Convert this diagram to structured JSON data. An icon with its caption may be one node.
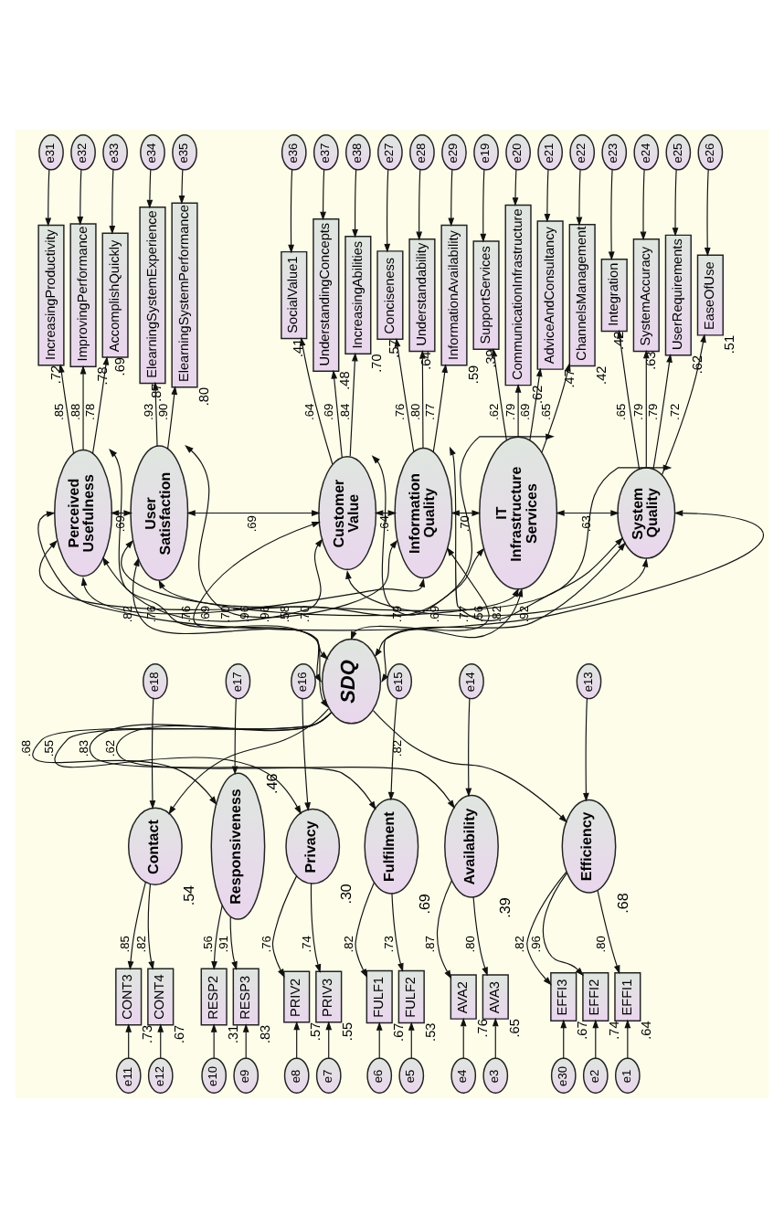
{
  "diagram": {
    "nodes": [
      {
        "text": [
          "e31"
        ]
      },
      {
        "text": [
          "e32"
        ]
      },
      {
        "text": [
          "e33"
        ]
      },
      {
        "text": [
          "e34"
        ]
      },
      {
        "text": [
          "e35"
        ]
      },
      {
        "text": [
          "e36"
        ]
      },
      {
        "text": [
          "e37"
        ]
      },
      {
        "text": [
          "e38"
        ]
      },
      {
        "text": [
          "e27"
        ]
      },
      {
        "text": [
          "e28"
        ]
      },
      {
        "text": [
          "e29"
        ]
      },
      {
        "text": [
          "e19"
        ]
      },
      {
        "text": [
          "e20"
        ]
      },
      {
        "text": [
          "e21"
        ]
      },
      {
        "text": [
          "e22"
        ]
      },
      {
        "text": [
          "e23"
        ]
      },
      {
        "text": [
          "e24"
        ]
      },
      {
        "text": [
          "e25"
        ]
      },
      {
        "text": [
          "e26"
        ]
      },
      {
        "text": [
          "IncreasingProductivity"
        ],
        "beside": [
          ".72"
        ]
      },
      {
        "text": [
          "ImprovingPerformance"
        ],
        "beside": [
          ".78"
        ]
      },
      {
        "text": [
          "AccomplishQuickly"
        ],
        "beside": [
          ".69"
        ]
      },
      {
        "text": [
          "ElearningSystemExperience"
        ],
        "beside": [
          ".87"
        ]
      },
      {
        "text": [
          "ElearningSystemPerformance"
        ],
        "beside": [
          ".80"
        ]
      },
      {
        "text": [
          "SocialValue1"
        ],
        "beside": [
          ".41"
        ]
      },
      {
        "text": [
          "UnderstandingConcepts"
        ],
        "beside": [
          ".48"
        ]
      },
      {
        "text": [
          "IncreasingAbilities"
        ],
        "beside": [
          ".70"
        ]
      },
      {
        "text": [
          "Conciseness"
        ],
        "beside": [
          ".57"
        ]
      },
      {
        "text": [
          "Understandability"
        ],
        "beside": [
          ".64"
        ]
      },
      {
        "text": [
          "InformationAvailability"
        ],
        "beside": [
          ".59"
        ]
      },
      {
        "text": [
          "SupportServices"
        ],
        "beside": [
          ".39"
        ]
      },
      {
        "text": [
          "CommunicationInfrastructure"
        ],
        "beside": [
          ".62"
        ]
      },
      {
        "text": [
          "AdviceAndConsultancy"
        ],
        "beside": [
          ".47"
        ]
      },
      {
        "text": [
          "ChannelsManagement"
        ],
        "beside": [
          ".42"
        ]
      },
      {
        "text": [
          "Integration"
        ],
        "beside": [
          ".42"
        ]
      },
      {
        "text": [
          "SystemAccuracy"
        ],
        "beside": [
          ".63"
        ]
      },
      {
        "text": [
          "UserRequirements"
        ],
        "beside": [
          ".62"
        ]
      },
      {
        "text": [
          "EaseOfUse"
        ],
        "beside": [
          ".51"
        ]
      },
      {
        "text": [
          "Perceived Usefulness"
        ]
      },
      {
        "text": [
          "User Satisfaction"
        ]
      },
      {
        "text": [
          "Customer Value"
        ]
      },
      {
        "text": [
          "Information Quality"
        ]
      },
      {
        "text": [
          "IT Infrastructure Services"
        ]
      },
      {
        "text": [
          "System Quality"
        ]
      },
      {
        "text": [
          "SDQ"
        ]
      },
      {
        "text": [
          "e18"
        ]
      },
      {
        "text": [
          "e17"
        ]
      },
      {
        "text": [
          "e16"
        ]
      },
      {
        "text": [
          "e15"
        ]
      },
      {
        "text": [
          "e14"
        ]
      },
      {
        "text": [
          "e13"
        ]
      },
      {
        "text": [
          "Contact"
        ],
        "beside": [
          ".54"
        ]
      },
      {
        "text": [
          "Responsiveness"
        ],
        "beside": [
          ".46"
        ]
      },
      {
        "text": [
          "Privacy"
        ],
        "beside": [
          ".30"
        ]
      },
      {
        "text": [
          "Fulfilment"
        ],
        "beside": [
          ".69"
        ]
      },
      {
        "text": [
          "Availability"
        ],
        "beside": [
          ".39"
        ]
      },
      {
        "text": [
          "Efficiency"
        ],
        "beside": [
          ".68"
        ]
      },
      {
        "text": [
          "CONT3"
        ],
        "beside": [
          ".73"
        ]
      },
      {
        "text": [
          "CONT4"
        ],
        "beside": [
          ".67"
        ]
      },
      {
        "text": [
          "RESP2"
        ],
        "beside": [
          ".31"
        ]
      },
      {
        "text": [
          "RESP3"
        ],
        "beside": [
          ".83"
        ]
      },
      {
        "text": [
          "PRIV2"
        ],
        "beside": [
          ".57"
        ]
      },
      {
        "text": [
          "PRIV3"
        ],
        "beside": [
          ".55"
        ]
      },
      {
        "text": [
          "FULF1"
        ],
        "beside": [
          ".67"
        ]
      },
      {
        "text": [
          "FULF2"
        ],
        "beside": [
          ".53"
        ]
      },
      {
        "text": [
          "AVA2"
        ],
        "beside": [
          ".76"
        ]
      },
      {
        "text": [
          "AVA3"
        ],
        "beside": [
          ".65"
        ]
      },
      {
        "text": [
          "EFFI3"
        ],
        "beside": [
          ".67"
        ]
      },
      {
        "text": [
          "EFFI2"
        ],
        "beside": [
          ".74"
        ]
      },
      {
        "text": [
          "EFFI1"
        ],
        "beside": [
          ".64"
        ]
      },
      {
        "text": [
          "e11"
        ]
      },
      {
        "text": [
          "e12"
        ]
      },
      {
        "text": [
          "e10"
        ]
      },
      {
        "text": [
          "e9"
        ]
      },
      {
        "text": [
          "e8"
        ]
      },
      {
        "text": [
          "e7"
        ]
      },
      {
        "text": [
          "e6"
        ]
      },
      {
        "text": [
          "e5"
        ]
      },
      {
        "text": [
          "e4"
        ]
      },
      {
        "text": [
          "e3"
        ]
      },
      {
        "text": [
          "e30"
        ]
      },
      {
        "text": [
          "e2"
        ]
      },
      {
        "text": [
          "e1"
        ]
      }
    ],
    "edges": [
      {
        "from": 0,
        "to": 19,
        "arrow": "to"
      },
      {
        "from": 1,
        "to": 20,
        "arrow": "to"
      },
      {
        "from": 2,
        "to": 21,
        "arrow": "to"
      },
      {
        "from": 3,
        "to": 22,
        "arrow": "to"
      },
      {
        "from": 4,
        "to": 23,
        "arrow": "to"
      },
      {
        "from": 5,
        "to": 24,
        "arrow": "to"
      },
      {
        "from": 6,
        "to": 25,
        "arrow": "to"
      },
      {
        "from": 7,
        "to": 26,
        "arrow": "to"
      },
      {
        "from": 8,
        "to": 27,
        "arrow": "to"
      },
      {
        "from": 9,
        "to": 28,
        "arrow": "to"
      },
      {
        "from": 10,
        "to": 29,
        "arrow": "to"
      },
      {
        "from": 11,
        "to": 30,
        "arrow": "to"
      },
      {
        "from": 12,
        "to": 31,
        "arrow": "to"
      },
      {
        "from": 13,
        "to": 32,
        "arrow": "to"
      },
      {
        "from": 14,
        "to": 33,
        "arrow": "to"
      },
      {
        "from": 15,
        "to": 34,
        "arrow": "to"
      },
      {
        "from": 16,
        "to": 35,
        "arrow": "to"
      },
      {
        "from": 17,
        "to": 36,
        "arrow": "to"
      },
      {
        "from": 18,
        "to": 37,
        "arrow": "to"
      },
      {
        "from": 38,
        "to": 19,
        "arrow": "to",
        "label": ".85"
      },
      {
        "from": 38,
        "to": 20,
        "arrow": "to",
        "label": ".88"
      },
      {
        "from": 38,
        "to": 21,
        "arrow": "to",
        "label": ".78"
      },
      {
        "from": 39,
        "to": 22,
        "arrow": "to",
        "label": ".93"
      },
      {
        "from": 39,
        "to": 23,
        "arrow": "to",
        "label": ".90"
      },
      {
        "from": 40,
        "to": 24,
        "arrow": "to",
        "label": ".64"
      },
      {
        "from": 40,
        "to": 25,
        "arrow": "to",
        "label": ".69"
      },
      {
        "from": 40,
        "to": 26,
        "arrow": "to",
        "label": ".84"
      },
      {
        "from": 41,
        "to": 27,
        "arrow": "to",
        "label": ".76"
      },
      {
        "from": 41,
        "to": 28,
        "arrow": "to",
        "label": ".80"
      },
      {
        "from": 41,
        "to": 29,
        "arrow": "to",
        "label": ".77"
      },
      {
        "from": 42,
        "to": 30,
        "arrow": "to",
        "label": ".62"
      },
      {
        "from": 42,
        "to": 31,
        "arrow": "to",
        "label": ".79"
      },
      {
        "from": 42,
        "to": 32,
        "arrow": "to",
        "label": ".69"
      },
      {
        "from": 42,
        "to": 33,
        "arrow": "to",
        "label": ".65"
      },
      {
        "from": 43,
        "to": 34,
        "arrow": "to",
        "label": ".65"
      },
      {
        "from": 43,
        "to": 35,
        "arrow": "to",
        "label": ".79"
      },
      {
        "from": 43,
        "to": 36,
        "arrow": "to",
        "label": ".79"
      },
      {
        "from": 43,
        "to": 37,
        "arrow": "to",
        "label": ".72"
      },
      {
        "from": 38,
        "to": 39,
        "arrow": "both",
        "label": ".69"
      },
      {
        "from": 39,
        "to": 40,
        "arrow": "both",
        "label": ".69"
      },
      {
        "from": 40,
        "to": 41,
        "arrow": "both",
        "label": ".64"
      },
      {
        "from": 41,
        "to": 42,
        "arrow": "both",
        "label": ".70"
      },
      {
        "from": 42,
        "to": 43,
        "arrow": "both",
        "label": ".63"
      },
      {
        "from": 38,
        "to": 40,
        "arrow": "both",
        "label": ".70"
      },
      {
        "from": 39,
        "to": 41,
        "arrow": "both",
        "label": ".70"
      },
      {
        "from": 40,
        "to": 42,
        "arrow": "both",
        "label": ".79"
      },
      {
        "from": 41,
        "to": 43,
        "arrow": "both",
        "label": ".77"
      },
      {
        "from": 38,
        "to": 41,
        "arrow": "both",
        "label": ".69"
      },
      {
        "from": 39,
        "to": 42,
        "arrow": "both",
        "label": ".96"
      },
      {
        "from": 40,
        "to": 43,
        "arrow": "both",
        "label": ".69"
      },
      {
        "from": 38,
        "to": 42,
        "arrow": "both",
        "label": ".58"
      },
      {
        "from": 39,
        "to": 43,
        "arrow": "both",
        "label": ".96"
      },
      {
        "from": 38,
        "to": 43,
        "arrow": "both"
      },
      {
        "from": 44,
        "to": 38,
        "arrow": "both",
        "label": ".76"
      },
      {
        "from": 44,
        "to": 39,
        "arrow": "both",
        "label": ".82"
      },
      {
        "from": 44,
        "to": 40,
        "arrow": "both",
        "label": ".76"
      },
      {
        "from": 44,
        "to": 41,
        "arrow": "both",
        "label": ".56"
      },
      {
        "from": 44,
        "to": 42,
        "arrow": "both",
        "label": ".82"
      },
      {
        "from": 44,
        "to": 43,
        "arrow": "both",
        "label": ".92"
      },
      {
        "from": 44,
        "to": 51,
        "arrow": "to"
      },
      {
        "from": 44,
        "to": 52,
        "arrow": "to",
        "label": ".68"
      },
      {
        "from": 44,
        "to": 53,
        "arrow": "to",
        "label": ".55"
      },
      {
        "from": 44,
        "to": 54,
        "arrow": "to",
        "label": ".83"
      },
      {
        "from": 44,
        "to": 55,
        "arrow": "to",
        "label": ".62"
      },
      {
        "from": 44,
        "to": 56,
        "arrow": "to",
        "label": ".82"
      },
      {
        "from": 45,
        "to": 51,
        "arrow": "to"
      },
      {
        "from": 46,
        "to": 52,
        "arrow": "to"
      },
      {
        "from": 47,
        "to": 53,
        "arrow": "to"
      },
      {
        "from": 48,
        "to": 54,
        "arrow": "to"
      },
      {
        "from": 49,
        "to": 55,
        "arrow": "to"
      },
      {
        "from": 50,
        "to": 56,
        "arrow": "to"
      },
      {
        "from": 51,
        "to": 57,
        "arrow": "to",
        "label": ".85"
      },
      {
        "from": 51,
        "to": 58,
        "arrow": "to",
        "label": ".82"
      },
      {
        "from": 52,
        "to": 59,
        "arrow": "to",
        "label": ".56"
      },
      {
        "from": 52,
        "to": 60,
        "arrow": "to",
        "label": ".91"
      },
      {
        "from": 53,
        "to": 61,
        "arrow": "to",
        "label": ".76"
      },
      {
        "from": 53,
        "to": 62,
        "arrow": "to",
        "label": ".74"
      },
      {
        "from": 54,
        "to": 63,
        "arrow": "to",
        "label": ".82"
      },
      {
        "from": 54,
        "to": 64,
        "arrow": "to",
        "label": ".73"
      },
      {
        "from": 55,
        "to": 65,
        "arrow": "to",
        "label": ".87"
      },
      {
        "from": 55,
        "to": 66,
        "arrow": "to",
        "label": ".80"
      },
      {
        "from": 56,
        "to": 67,
        "arrow": "to",
        "label": ".82"
      },
      {
        "from": 56,
        "to": 68,
        "arrow": "to",
        "label": ".96"
      },
      {
        "from": 56,
        "to": 69,
        "arrow": "to",
        "label": ".80"
      },
      {
        "from": 70,
        "to": 57,
        "arrow": "to"
      },
      {
        "from": 71,
        "to": 58,
        "arrow": "to"
      },
      {
        "from": 72,
        "to": 59,
        "arrow": "to"
      },
      {
        "from": 73,
        "to": 60,
        "arrow": "to"
      },
      {
        "from": 74,
        "to": 61,
        "arrow": "to"
      },
      {
        "from": 75,
        "to": 62,
        "arrow": "to"
      },
      {
        "from": 76,
        "to": 63,
        "arrow": "to"
      },
      {
        "from": 77,
        "to": 64,
        "arrow": "to"
      },
      {
        "from": 78,
        "to": 65,
        "arrow": "to"
      },
      {
        "from": 79,
        "to": 66,
        "arrow": "to"
      },
      {
        "from": 80,
        "to": 67,
        "arrow": "to"
      },
      {
        "from": 81,
        "to": 68,
        "arrow": "to"
      },
      {
        "from": 82,
        "to": 69,
        "arrow": "to"
      }
    ]
  }
}
